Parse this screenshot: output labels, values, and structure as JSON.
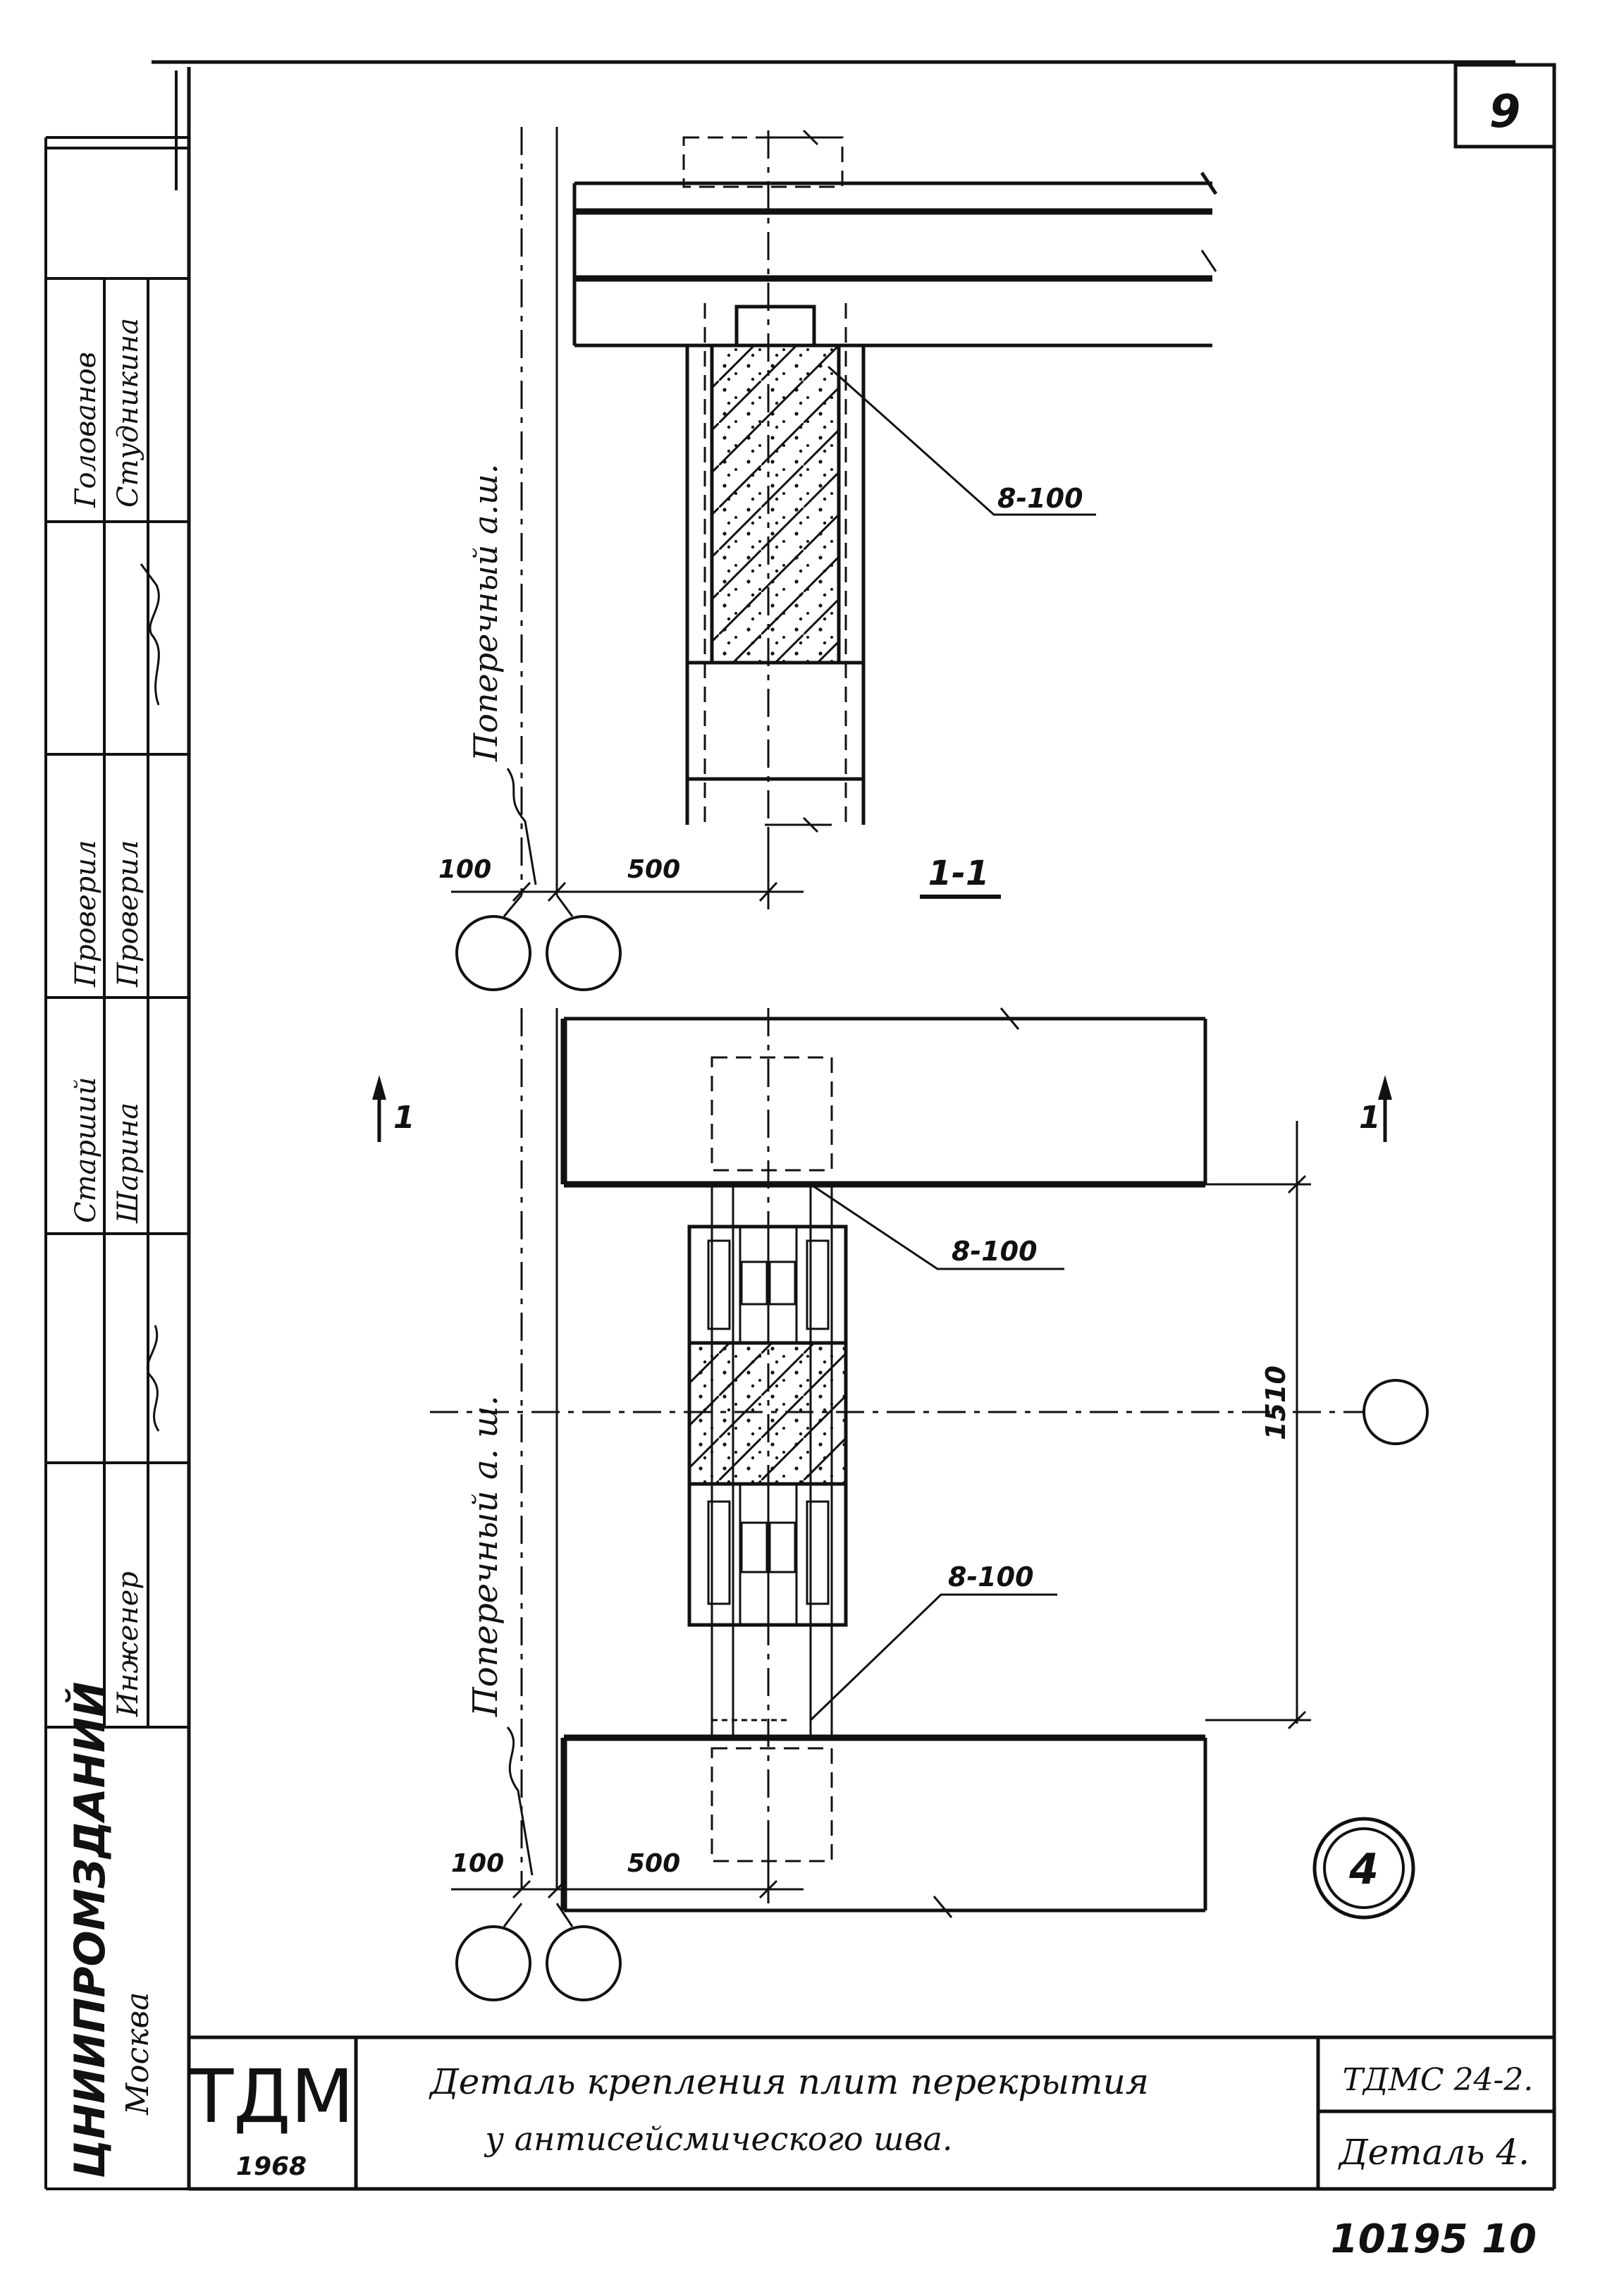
{
  "sheet": {
    "number": "9",
    "archive_number": "10195 10"
  },
  "section_label": "1-1",
  "section_marks": {
    "left": "1",
    "right": "1"
  },
  "axis_label": "Поперечный а.ш.",
  "axis_label_plan": "Поперечный а. ш.",
  "dimensions": {
    "top_offset": "100",
    "top_length": "500",
    "bottom_offset": "100",
    "bottom_length": "500",
    "height": "1510"
  },
  "callouts": {
    "upper": "8-100",
    "plan_top": "8-100",
    "plan_bottom": "8-100"
  },
  "detail_circle": "4",
  "title_block": {
    "logo": "TДM",
    "year": "1968",
    "title_line1": "Деталь крепления плит перекрытия",
    "title_line2": "у антисейсмического шва.",
    "code": "ТДМС 24-2.",
    "detail": "Деталь 4."
  },
  "side_stamp": {
    "org": "ЦНИИПРОМЗДАНИЙ",
    "city": "Москва",
    "rows": [
      {
        "role": "",
        "name": "Голованов",
        "sig": "Студникина"
      },
      {
        "role": "Проверил",
        "name": "Проверил",
        "sig": ""
      },
      {
        "role": "Старший",
        "name": "Шарина",
        "sig": ""
      },
      {
        "role": "Инженер",
        "name": "",
        "sig": ""
      }
    ]
  }
}
